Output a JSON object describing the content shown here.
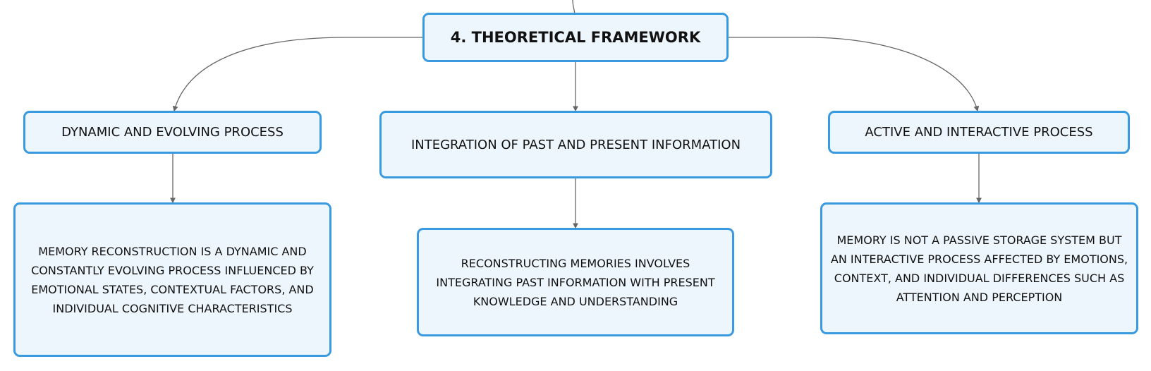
{
  "diagram": {
    "title": "4. THEORETICAL FRAMEWORK",
    "branches": [
      {
        "label": "DYNAMIC AND EVOLVING PROCESS",
        "detail": "MEMORY RECONSTRUCTION IS A DYNAMIC AND CONSTANTLY EVOLVING PROCESS INFLUENCED BY EMOTIONAL STATES, CONTEXTUAL FACTORS, AND INDIVIDUAL COGNITIVE CHARACTERISTICS"
      },
      {
        "label": "INTEGRATION OF PAST AND PRESENT INFORMATION",
        "detail": "RECONSTRUCTING MEMORIES INVOLVES INTEGRATING PAST INFORMATION WITH PRESENT KNOWLEDGE AND UNDERSTANDING"
      },
      {
        "label": "ACTIVE AND INTERACTIVE PROCESS",
        "detail": "MEMORY IS NOT A PASSIVE STORAGE SYSTEM BUT AN INTERACTIVE PROCESS AFFECTED BY EMOTIONS, CONTEXT, AND INDIVIDUAL DIFFERENCES SUCH AS ATTENTION AND PERCEPTION"
      }
    ]
  },
  "colors": {
    "node_border": "#3a9ae0",
    "node_fill": "#eef6fd",
    "connector": "#666666"
  }
}
